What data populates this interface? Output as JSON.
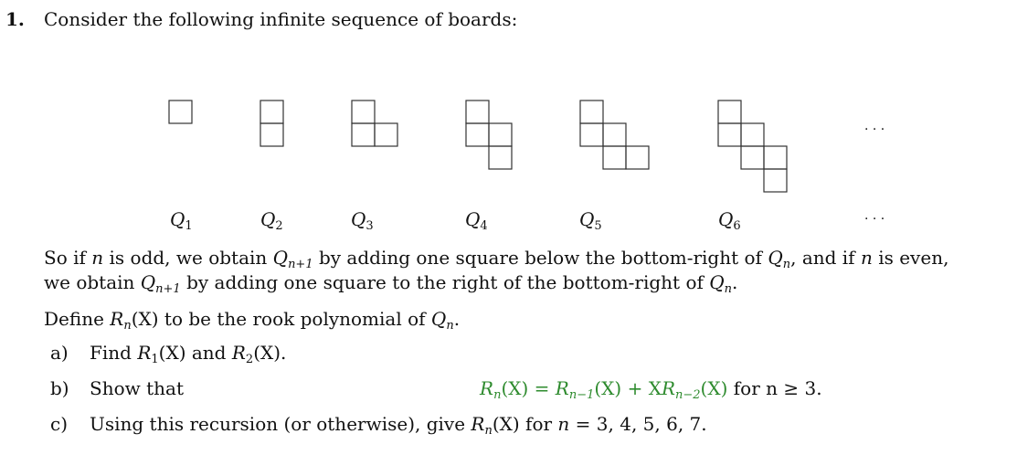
{
  "problem": {
    "number": "1.",
    "intro": "Consider the following infinite sequence of boards:"
  },
  "boards": {
    "labels": [
      "Q",
      "Q",
      "Q",
      "Q",
      "Q",
      "Q"
    ],
    "subscripts": [
      "1",
      "2",
      "3",
      "4",
      "5",
      "6"
    ],
    "ellipsis": "· · ·",
    "cell_counts": [
      1,
      2,
      3,
      4,
      5,
      6
    ]
  },
  "text": {
    "p1": {
      "a": "So if ",
      "n": "n",
      "b": " is odd, we obtain ",
      "Q": "Q",
      "sub1": "n+1",
      "c": " by adding one square below the bottom-right of ",
      "Q2": "Q",
      "sub2": "n",
      "d": ", and if ",
      "n2": "n",
      "e": " is even,"
    },
    "p2": {
      "a": "we obtain ",
      "Q": "Q",
      "sub1": "n+1",
      "b": " by adding one square to the right of the bottom-right of ",
      "Q2": "Q",
      "sub2": "n",
      "c": "."
    },
    "p3": {
      "a": "Define ",
      "R": "R",
      "sub": "n",
      "b": "(X) to be the rook polynomial of ",
      "Q": "Q",
      "sub2": "n",
      "c": "."
    }
  },
  "items": {
    "a": {
      "label": "a)",
      "t1": "Find ",
      "R1": "R",
      "s1": "1",
      "t2": "(X) and ",
      "R2": "R",
      "s2": "2",
      "t3": "(X)."
    },
    "b": {
      "label": "b)",
      "text": "Show that",
      "eq": {
        "R": "R",
        "s": "n",
        "t1": "(X) = ",
        "R2": "R",
        "s2": "n−1",
        "t2": "(X) + X",
        "R3": "R",
        "s3": "n−2",
        "t3": "(X)"
      },
      "tail": " for n ≥ 3."
    },
    "c": {
      "label": "c)",
      "t1": "Using this recursion (or otherwise), give ",
      "R": "R",
      "s": "n",
      "t2": "(X) for ",
      "n": "n",
      "t3": " = 3, 4, 5, 6, 7."
    }
  },
  "colors": {
    "highlight": "#2e8b2e"
  }
}
